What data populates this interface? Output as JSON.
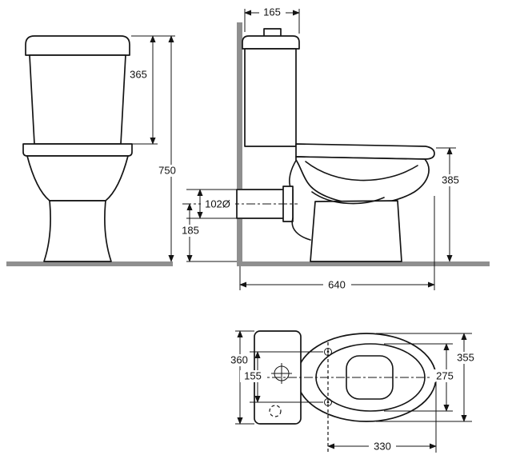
{
  "colors": {
    "line": "#141414",
    "masonry": "#8f8f8f",
    "background": "#ffffff"
  },
  "front_view": {
    "cistern_height": "365",
    "total_height": "750"
  },
  "side_view": {
    "cistern_depth": "165",
    "rim_height": "385",
    "outlet_diameter": "102Ø",
    "outlet_center_height": "185",
    "total_depth": "640"
  },
  "top_view": {
    "cistern_width": "360",
    "fixing_hole_spacing": "155",
    "bowl_width": "355",
    "rim_inner_width": "275",
    "fixing_to_front": "330"
  }
}
